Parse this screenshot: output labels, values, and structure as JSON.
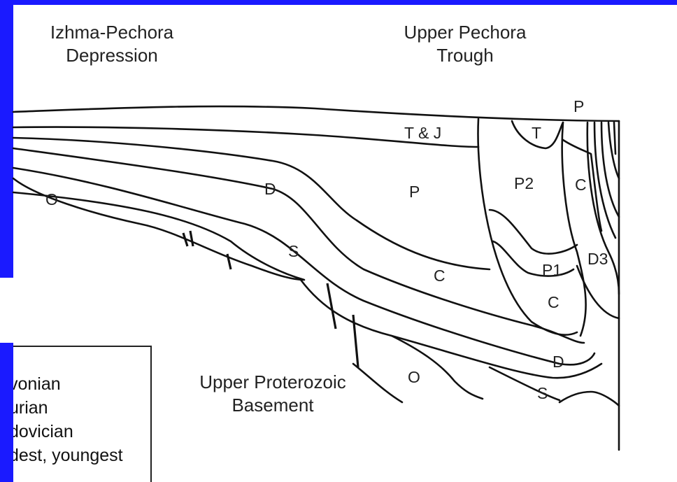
{
  "regions": {
    "izhma_pechora": "Izhma-Pechora\nDepression",
    "upper_pechora": "Upper Pechora\nTrough",
    "basement": "Upper Proterozoic\nBasement"
  },
  "units": {
    "p_top": "P",
    "tj": "T & J",
    "t": "T",
    "p2": "P2",
    "c_right": "C",
    "d_left": "D",
    "p_mid": "P",
    "o_left": "O",
    "s_mid": "S",
    "c_mid": "C",
    "p1": "P1",
    "d3": "D3",
    "c_lower": "C",
    "d_lower": "D",
    "o_lower": "O",
    "s_lower": "S"
  },
  "legend": {
    "items": [
      "vonian",
      "urian",
      "dovician",
      "dest, youngest"
    ]
  }
}
